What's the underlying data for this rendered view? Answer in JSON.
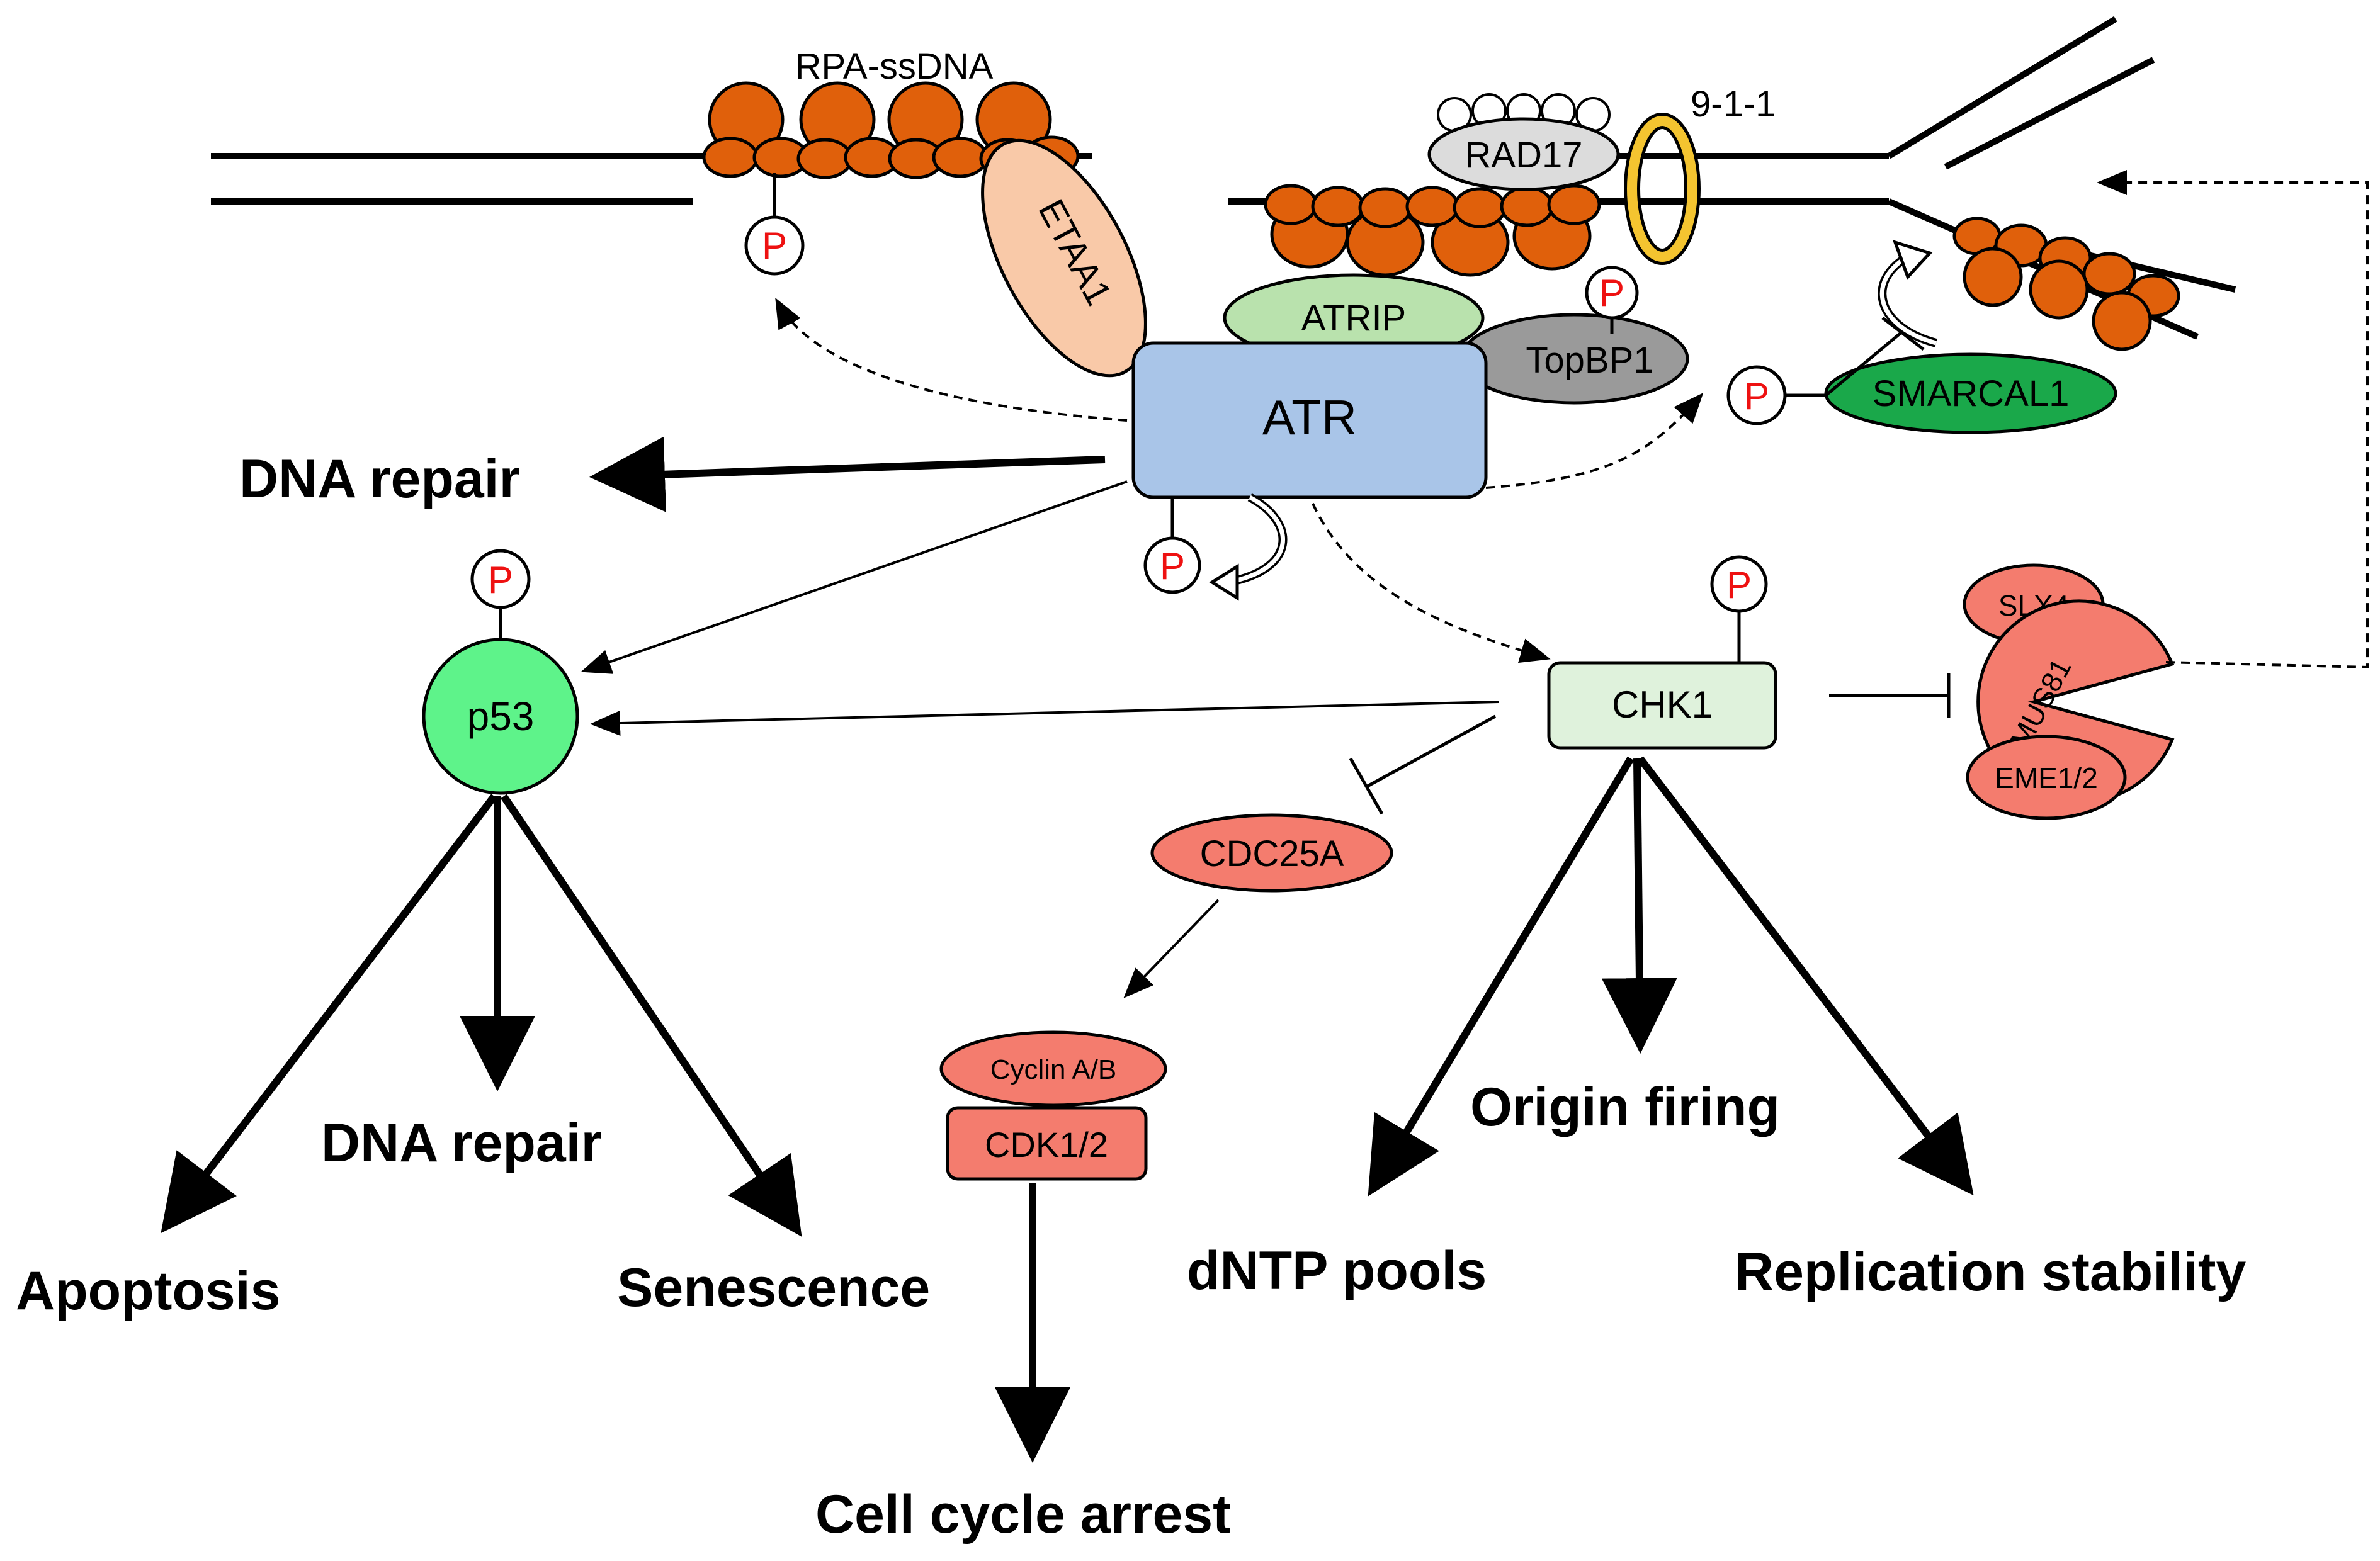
{
  "colors": {
    "rpa": "#e0600b",
    "atr": "#a9c5e8",
    "atrip": "#b9e2ad",
    "topbp1": "#9a9a9a",
    "rad17": "#dcdcdc",
    "ring911": "#f4c430",
    "etaa1": "#f9c9a8",
    "smarcal1": "#1aa84a",
    "p53": "#5ef38a",
    "chk1": "#dff2dc",
    "salmon": "#f47c6e",
    "phospho": "#ee1111"
  },
  "labels": {
    "rpa_ssdna": "RPA-ssDNA",
    "nine_one_one": "9-1-1",
    "rad17": "RAD17",
    "etaa1": "ETAA1",
    "atrip": "ATRIP",
    "topbp1": "TopBP1",
    "atr": "ATR",
    "smarcal1": "SMARCAL1",
    "p53": "p53",
    "chk1": "CHK1",
    "slx4": "SLX4",
    "mus81": "MUS81",
    "eme": "EME1/2",
    "cdc25a": "CDC25A",
    "cyclin": "Cyclin A/B",
    "cdk": "CDK1/2",
    "phospho": "P"
  },
  "outcomes": {
    "dna_repair_atr": "DNA repair",
    "dna_repair_p53": "DNA repair",
    "apoptosis": "Apoptosis",
    "senescence": "Senescence",
    "origin_firing": "Origin firing",
    "dntp_pools": "dNTP pools",
    "replication_stability": "Replication stability",
    "cell_cycle_arrest": "Cell cycle arrest"
  }
}
